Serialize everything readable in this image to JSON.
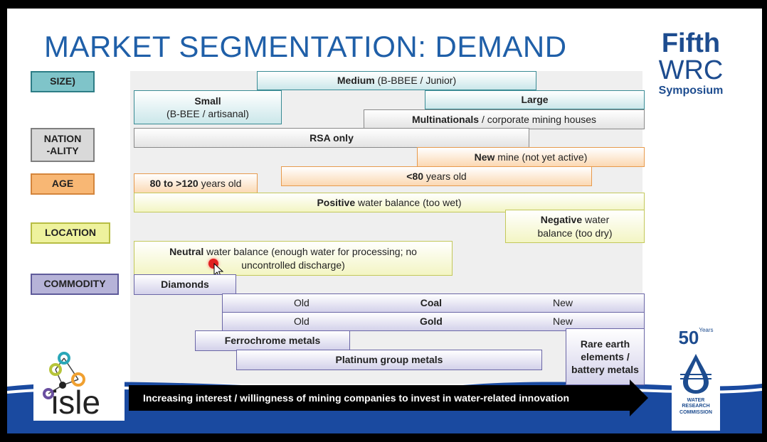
{
  "slide": {
    "title": "MARKET SEGMENTATION: DEMAND",
    "logo": {
      "line1": "Fifth",
      "line2": "WRC",
      "line3": "Symposium"
    },
    "categories": {
      "size": "SIZE)",
      "nationality": "NATION\n-ALITY",
      "age": "AGE",
      "location": "LOCATION",
      "commodity": "COMMODITY"
    },
    "bars": {
      "medium_bold": "Medium",
      "medium_rest": " (B-BBEE / Junior)",
      "small_bold": "Small",
      "small_rest": "(B-BEE / artisanal)",
      "large_bold": "Large",
      "multinationals_bold": "Multinationals",
      "multinationals_rest": " / corporate mining houses",
      "rsa": "RSA only",
      "new_mine_bold": "New",
      "new_mine_rest": " mine (not yet active)",
      "lt80_bold": "<80",
      "lt80_rest": " years old",
      "old_bold": "80 to >120",
      "old_rest": " years old",
      "positive_bold": "Positive",
      "positive_rest": " water balance (too wet)",
      "negative_bold": "Negative",
      "negative_rest1": " water",
      "negative_rest2": "balance (too dry)",
      "neutral_bold": "Neutral",
      "neutral_rest1": " water balance (enough water for processing; no",
      "neutral_rest2": "uncontrolled discharge)",
      "diamonds": "Diamonds",
      "coal_old": "Old",
      "coal": "Coal",
      "coal_new": "New",
      "gold_old": "Old",
      "gold": "Gold",
      "gold_new": "New",
      "ferrochrome": "Ferrochrome metals",
      "platinum": "Platinum group metals",
      "rare_earth": "Rare earth elements / battery metals"
    },
    "arrow_text": "Increasing interest / willingness of mining companies to invest in water-related innovation",
    "isle_logo": "isle",
    "wrc": {
      "years_num": "50",
      "years_label": "Years",
      "name": "WATER\nRESEARCH\nCOMMISSION"
    },
    "colors": {
      "title": "#1f5fa8",
      "wave": "#1a4aa0",
      "cursor_dot": "#e02020"
    }
  }
}
